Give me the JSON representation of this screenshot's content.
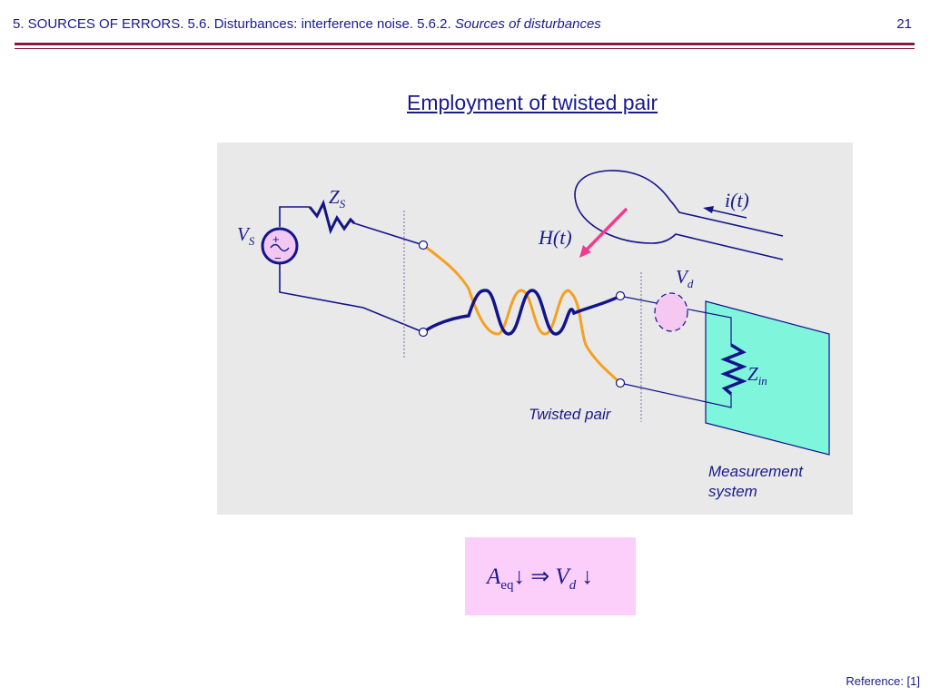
{
  "header": {
    "breadcrumb": "5. SOURCES OF ERRORS. 5.6. Disturbances: interference noise. 5.6.2. ",
    "breadcrumb_italic": "Sources of disturbances",
    "page_number": "21"
  },
  "slide": {
    "title": "Employment of twisted pair"
  },
  "diagram": {
    "source_voltage": {
      "symbol": "V",
      "subscript": "S"
    },
    "source_impedance": {
      "symbol": "Z",
      "subscript": "S"
    },
    "current_label": "i(t)",
    "field_label": "H(t)",
    "disturbance_voltage": {
      "symbol": "V",
      "subscript": "d"
    },
    "input_impedance": {
      "symbol": "Z",
      "subscript": "in"
    },
    "twisted_pair_label": "Twisted pair",
    "measurement_label_line1": "Measurement",
    "measurement_label_line2": "system",
    "colors": {
      "wire_dark": "#14148a",
      "wire_orange": "#f5a021",
      "field_arrow": "#f03c8c",
      "measurement_fill": "#7ff5dc",
      "vd_fill": "#f4c8f0",
      "source_fill": "#f2c8f2"
    }
  },
  "formula": {
    "a_symbol": "A",
    "a_subscript": "eq",
    "down_arrow": "↓",
    "implies": "⇒",
    "v_symbol": "V",
    "v_subscript": "d",
    "down_arrow2": "↓"
  },
  "footer": {
    "reference": "Reference: [1]"
  }
}
